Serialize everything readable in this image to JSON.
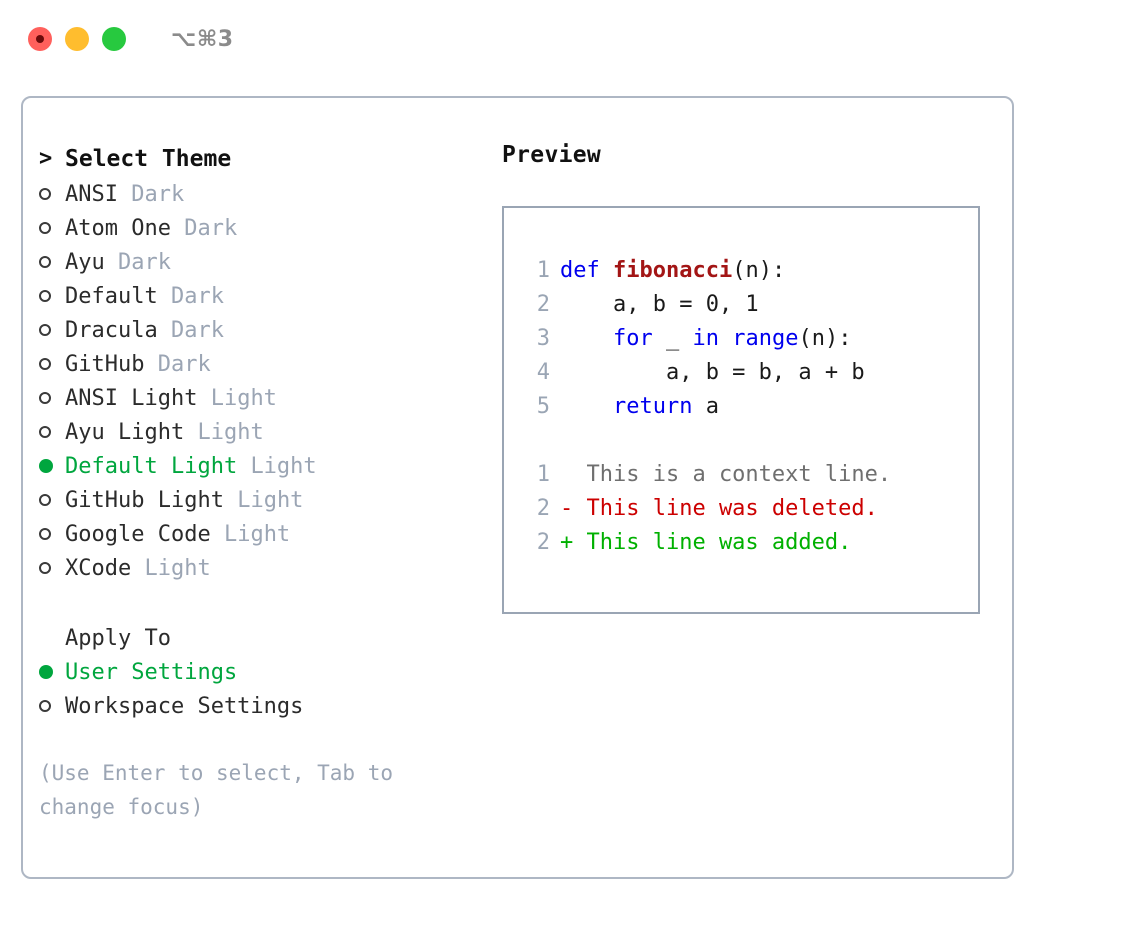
{
  "titlebar": {
    "lights": [
      "close-red",
      "minimize-yellow",
      "maximize-green"
    ],
    "shortcut": "⌥⌘3"
  },
  "left_panel": {
    "header": {
      "caret": ">",
      "label": "Select Theme"
    },
    "themes": [
      {
        "name": "ANSI",
        "variant": "Dark",
        "selected": false
      },
      {
        "name": "Atom One",
        "variant": "Dark",
        "selected": false
      },
      {
        "name": "Ayu",
        "variant": "Dark",
        "selected": false
      },
      {
        "name": "Default",
        "variant": "Dark",
        "selected": false
      },
      {
        "name": "Dracula",
        "variant": "Dark",
        "selected": false
      },
      {
        "name": "GitHub",
        "variant": "Dark",
        "selected": false
      },
      {
        "name": "ANSI Light",
        "variant": "Light",
        "selected": false
      },
      {
        "name": "Ayu Light",
        "variant": "Light",
        "selected": false
      },
      {
        "name": "Default Light",
        "variant": "Light",
        "selected": true
      },
      {
        "name": "GitHub Light",
        "variant": "Light",
        "selected": false
      },
      {
        "name": "Google Code",
        "variant": "Light",
        "selected": false
      },
      {
        "name": "XCode",
        "variant": "Light",
        "selected": false
      }
    ],
    "apply_to": {
      "label": "Apply To",
      "options": [
        {
          "name": "User Settings",
          "selected": true
        },
        {
          "name": "Workspace Settings",
          "selected": false
        }
      ]
    },
    "hint": "(Use Enter to select, Tab to change focus)"
  },
  "right_panel": {
    "title": "Preview",
    "code_lines": [
      {
        "no": "1",
        "tokens": [
          {
            "t": "def ",
            "c": "kw"
          },
          {
            "t": "fibonacci",
            "c": "fn"
          },
          {
            "t": "(n):",
            "c": "plain"
          }
        ]
      },
      {
        "no": "2",
        "tokens": [
          {
            "t": "    a, b = 0, 1",
            "c": "plain"
          }
        ]
      },
      {
        "no": "3",
        "tokens": [
          {
            "t": "    ",
            "c": "plain"
          },
          {
            "t": "for",
            "c": "kw"
          },
          {
            "t": " _ ",
            "c": "plain"
          },
          {
            "t": "in",
            "c": "kw"
          },
          {
            "t": " ",
            "c": "plain"
          },
          {
            "t": "range",
            "c": "kw"
          },
          {
            "t": "(n):",
            "c": "plain"
          }
        ]
      },
      {
        "no": "4",
        "tokens": [
          {
            "t": "        a, b = b, a + b",
            "c": "plain"
          }
        ]
      },
      {
        "no": "5",
        "tokens": [
          {
            "t": "    ",
            "c": "plain"
          },
          {
            "t": "return",
            "c": "kw"
          },
          {
            "t": " a",
            "c": "plain"
          }
        ]
      }
    ],
    "diff_lines": [
      {
        "no": "1",
        "tokens": [
          {
            "t": "  This is a context line.",
            "c": "ctx"
          }
        ]
      },
      {
        "no": "2",
        "tokens": [
          {
            "t": "- This line was deleted.",
            "c": "del"
          }
        ]
      },
      {
        "no": "2",
        "tokens": [
          {
            "t": "+ This line was added.",
            "c": "add"
          }
        ]
      }
    ]
  },
  "colors": {
    "accent_green": "#00A63E",
    "muted_gray": "#9BA5B4",
    "text": "#2B2B2B",
    "keyword_blue": "#0000EE",
    "function_red": "#A31515",
    "diff_deleted": "#CC0000",
    "diff_added": "#00B000",
    "border": "#AEB7C4"
  }
}
